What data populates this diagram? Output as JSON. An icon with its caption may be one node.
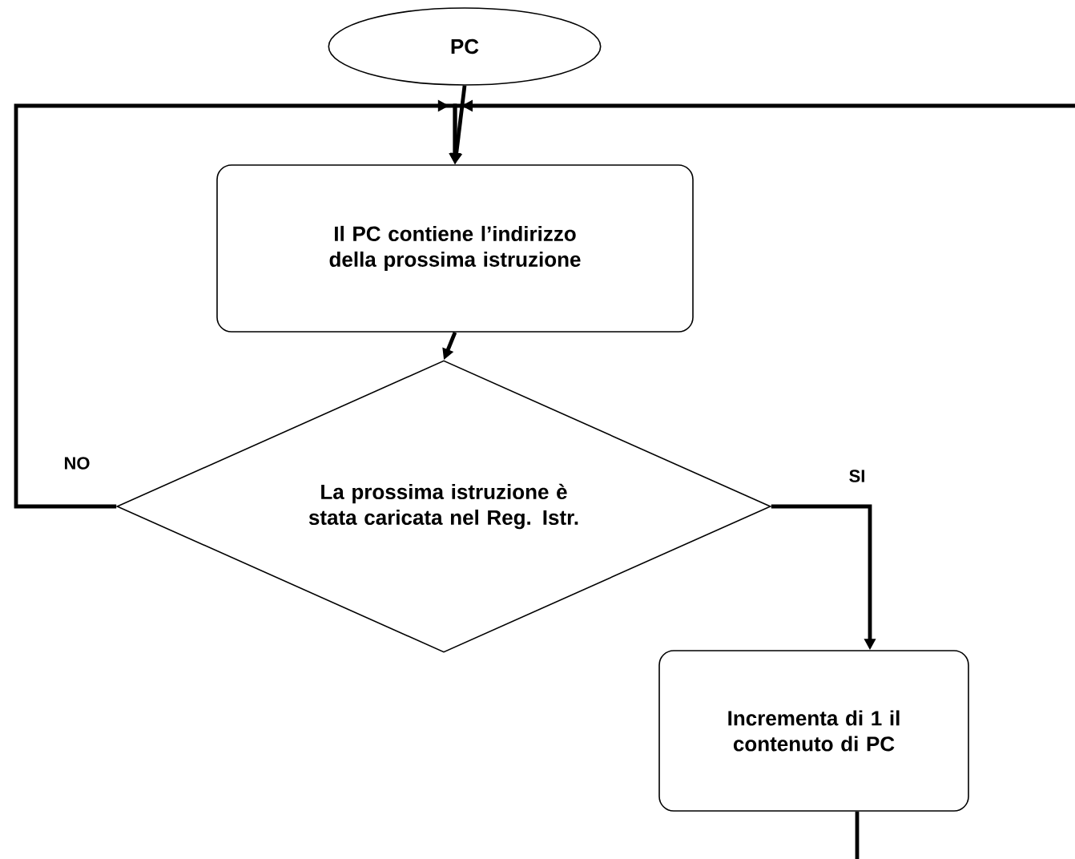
{
  "diagram": {
    "nodes": [
      {
        "text": [
          "PC"
        ]
      },
      {
        "text": [
          "Il PC  contiene l’indirizzo della prossima istruzione"
        ]
      },
      {
        "text": [
          "La prossima  istruzione è stata caricata nel Reg.  Istr."
        ]
      },
      {
        "text": [
          "Incrementa di  1 il contenuto  di PC"
        ]
      }
    ],
    "edges": [
      {
        "from": 0,
        "to": 1,
        "arrow": "to"
      },
      {
        "from": 1,
        "to": 2,
        "arrow": "to"
      },
      {
        "from": 2,
        "to": 1,
        "arrow": "to",
        "label": "NO"
      },
      {
        "from": 2,
        "to": 3,
        "arrow": "to",
        "label": "SI"
      },
      {
        "from": 3,
        "to": null,
        "arrow": "none"
      },
      {
        "from": null,
        "to": 1,
        "arrow": "to"
      }
    ]
  }
}
